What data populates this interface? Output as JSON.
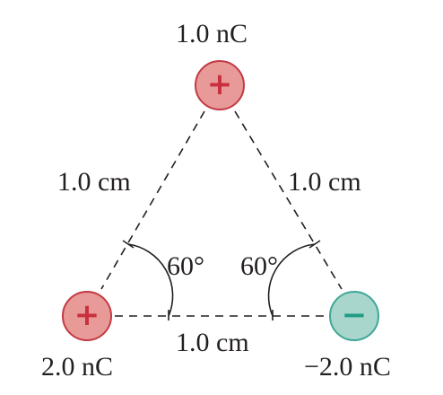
{
  "charges": {
    "top": {
      "label": "1.0 nC",
      "sign": "+",
      "color": "#e89a98",
      "stroke": "#c23a45",
      "sign_color": "#c8303f"
    },
    "bottom_left": {
      "label": "2.0 nC",
      "sign": "+",
      "color": "#e89a98",
      "stroke": "#c23a45",
      "sign_color": "#c8303f"
    },
    "bottom_right": {
      "label": "−2.0 nC",
      "sign": "−",
      "color": "#a9d6cc",
      "stroke": "#3fa796",
      "sign_color": "#1f9c85"
    }
  },
  "sides": {
    "left": "1.0 cm",
    "right": "1.0 cm",
    "bottom": "1.0 cm"
  },
  "angles": {
    "left": "60°",
    "right": "60°"
  },
  "line_color": "#231f20"
}
